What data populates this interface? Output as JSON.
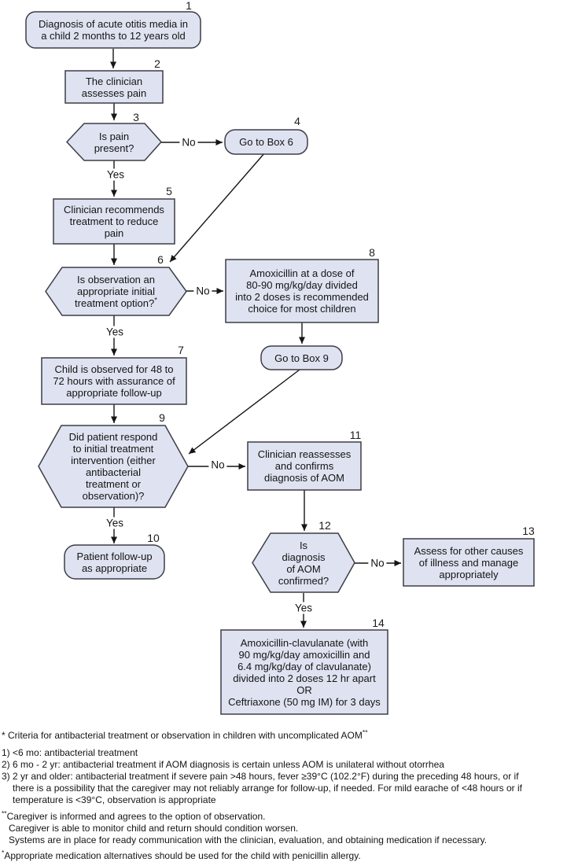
{
  "diagram": {
    "type": "flowchart",
    "topic": "Management of acute otitis media (AOM) in children",
    "colors": {
      "node_fill": "#dfe3f1",
      "node_border": "#3d3d46",
      "connector": "#151515",
      "text": "#141414",
      "background": "#ffffff"
    }
  },
  "nodes": {
    "n1": {
      "number": "1",
      "shape": "rounded",
      "label": "Diagnosis of acute otitis media in\na child 2 months to 12 years old"
    },
    "n2": {
      "number": "2",
      "shape": "rect",
      "label": "The clinician\nassesses pain"
    },
    "n3": {
      "number": "3",
      "shape": "hexagon",
      "label": "Is pain\npresent?"
    },
    "n4": {
      "number": "4",
      "shape": "rounded",
      "label": "Go to Box 6"
    },
    "n5": {
      "number": "5",
      "shape": "rect",
      "label": "Clinician recommends\ntreatment to reduce\npain"
    },
    "n6": {
      "number": "6",
      "shape": "hexagon",
      "label": "Is observation an\nappropriate initial\ntreatment option?",
      "sup": "*"
    },
    "n7": {
      "number": "7",
      "shape": "rect",
      "label": "Child is observed for 48 to\n72 hours with assurance of\nappropriate follow-up"
    },
    "n8": {
      "number": "8",
      "shape": "rect",
      "label": "Amoxicillin at a dose of\n80-90 mg/kg/day divided\ninto 2 doses is recommended\nchoice for most children"
    },
    "goto9": {
      "shape": "rounded",
      "label": "Go to Box 9"
    },
    "n9": {
      "number": "9",
      "shape": "hexagon",
      "label": "Did patient respond\nto initial treatment\nintervention (either\nantibacterial\ntreatment or\nobservation)?"
    },
    "n10": {
      "number": "10",
      "shape": "rounded",
      "label": "Patient follow-up\nas appropriate"
    },
    "n11": {
      "number": "11",
      "shape": "rect",
      "label": "Clinician reassesses\nand confirms\ndiagnosis of AOM"
    },
    "n12": {
      "number": "12",
      "shape": "hexagon",
      "label": "Is\ndiagnosis\nof AOM\nconfirmed?"
    },
    "n13": {
      "number": "13",
      "shape": "rect",
      "label": "Assess for other causes\nof illness and manage\nappropriately"
    },
    "n14": {
      "number": "14",
      "shape": "rect",
      "label": "Amoxicillin-clavulanate (with\n90 mg/kg/day amoxicillin and\n6.4 mg/kg/day of clavulanate)\ndivided into 2 doses 12 hr apart\nOR\nCeftriaxone (50 mg IM) for 3 days"
    }
  },
  "edges": [
    {
      "from": "1",
      "to": "2"
    },
    {
      "from": "2",
      "to": "3"
    },
    {
      "from": "3",
      "to": "4",
      "label": "No"
    },
    {
      "from": "3",
      "to": "5",
      "label": "Yes"
    },
    {
      "from": "4",
      "to": "6"
    },
    {
      "from": "5",
      "to": "6"
    },
    {
      "from": "6",
      "to": "8",
      "label": "No"
    },
    {
      "from": "6",
      "to": "7",
      "label": "Yes"
    },
    {
      "from": "8",
      "to": "goto9"
    },
    {
      "from": "goto9",
      "to": "9"
    },
    {
      "from": "7",
      "to": "9"
    },
    {
      "from": "9",
      "to": "11",
      "label": "No"
    },
    {
      "from": "9",
      "to": "10",
      "label": "Yes"
    },
    {
      "from": "11",
      "to": "12"
    },
    {
      "from": "12",
      "to": "13",
      "label": "No"
    },
    {
      "from": "12",
      "to": "14",
      "label": "Yes"
    }
  ],
  "footnotes": {
    "criteria": {
      "text": "* Criteria for antibacterial treatment or observation in children with uncomplicated AOM",
      "sup": "**"
    },
    "items": [
      "1) <6 mo: antibacterial treatment",
      "2) 6 mo - 2 yr: antibacterial treatment if AOM diagnosis is certain unless AOM is unilateral without otorrhea",
      "3) 2 yr and older: antibacterial treatment if severe pain >48 hours, fever ≥39°C (102.2°F) during the preceding 48 hours, or if\nthere is a possibility that the caregiver may not reliably arrange for follow-up, if needed. For mild earache of <48 hours or if\ntemperature is <39°C, observation is appropriate"
    ],
    "caregiver": {
      "sup": "**",
      "text": "Caregiver is informed and agrees to the option of observation.\nCaregiver is able to monitor child and return should condition worsen.\nSystems are in place for ready communication with the clinician, evaluation, and obtaining medication if necessary."
    },
    "allergy": {
      "sup": "*",
      "text": "Appropriate medication alternatives should be used for the child with penicillin allergy."
    }
  }
}
